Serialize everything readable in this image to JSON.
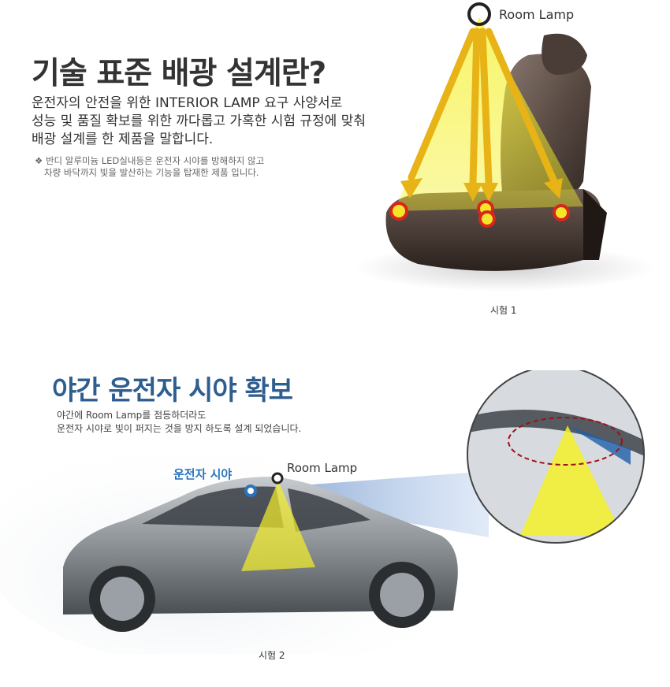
{
  "section1": {
    "title": "기술 표준 배광 설계란?",
    "desc_lines": [
      "운전자의 안전을 위한 INTERIOR LAMP 요구 사양서로",
      "성능 및 품질 확보를 위한 까다롭고 가혹한 시험 규정에 맞춰",
      "배광 설계를 한 제품을 말합니다."
    ],
    "note_lines": [
      "❖ 반디 알루미늄  LED실내등은 운전자 시야를 방해하지 않고",
      "차량 바닥까지 빛을 발산하는 기능을 탑재한 제품 입니다."
    ],
    "lamp_label": "Room Lamp",
    "caption": "시험 1"
  },
  "section2": {
    "title": "야간 운전자 시야 확보",
    "desc_lines": [
      "야간에 Room Lamp를 점등하더라도",
      "운전자 시야로 빛이 퍼지는 것을 방지 하도록 설계 되었습니다."
    ],
    "driver_view_label": "운전자 시야",
    "lamp_label": "Room Lamp",
    "caption": "시험 2"
  },
  "colors": {
    "title_dark": "#333333",
    "title_blue": "#2e5d8f",
    "driver_blue": "#2a73c0",
    "light_yellow": "#f5f02a",
    "marker_red": "#d9261c"
  }
}
